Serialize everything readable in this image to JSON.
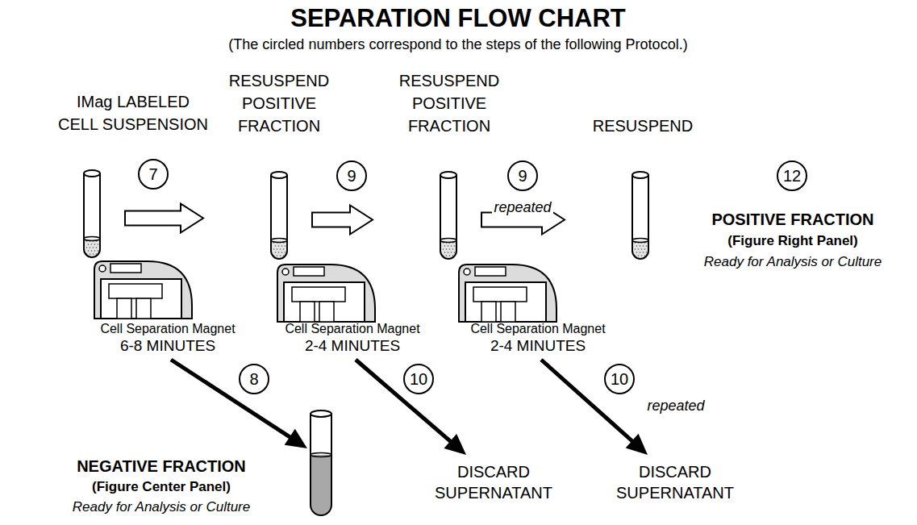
{
  "diagram": {
    "title": "SEPARATION FLOW CHART",
    "caption": "(The circled numbers correspond to the steps of the following Protocol.)",
    "nodes": [
      {
        "text": [
          "IMag LABELED CELL SUSPENSION"
        ]
      },
      {
        "text": [
          "RESUSPEND POSITIVE FRACTION"
        ]
      },
      {
        "text": [
          "RESUSPEND POSITIVE FRACTION"
        ]
      },
      {
        "text": [
          "RESUSPEND"
        ]
      },
      {
        "text": [
          "Cell Separation Magnet",
          "6-8 MINUTES"
        ]
      },
      {
        "text": [
          "Cell Separation Magnet",
          "2-4 MINUTES"
        ]
      },
      {
        "text": [
          "Cell Separation Magnet",
          "2-4 MINUTES"
        ]
      },
      {
        "text": [
          "NEGATIVE FRACTION",
          "(Figure Center Panel)",
          "Ready for Analysis or Culture"
        ]
      },
      {
        "text": [
          "DISCARD SUPERNATANT"
        ]
      },
      {
        "text": [
          "DISCARD SUPERNATANT"
        ]
      }
    ],
    "edges": [
      {
        "from": 0,
        "to": 1,
        "arrow": "to"
      },
      {
        "from": 1,
        "to": 2,
        "arrow": "to"
      },
      {
        "from": 2,
        "to": 3,
        "arrow": "to"
      },
      {
        "from": 4,
        "to": 7,
        "arrow": "to"
      },
      {
        "from": 5,
        "to": 8,
        "arrow": "to"
      },
      {
        "from": 6,
        "to": 9,
        "arrow": "to"
      }
    ],
    "labels": [
      "7",
      "9",
      "9",
      "repeated",
      "12",
      "POSITIVE FRACTION",
      "(Figure Right Panel)",
      "Ready for Analysis or Culture",
      "8",
      "10",
      "10",
      "repeated"
    ]
  }
}
